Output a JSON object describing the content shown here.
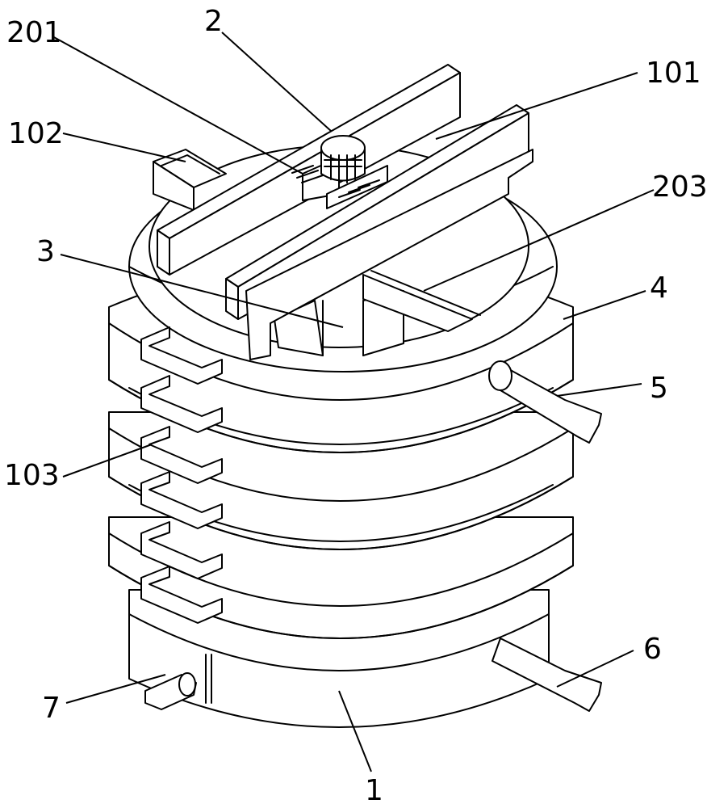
{
  "figure": {
    "labels": {
      "l201": "201",
      "l2": "2",
      "l101": "101",
      "l102": "102",
      "l203": "203",
      "l3": "3",
      "l4": "4",
      "l5": "5",
      "l103": "103",
      "l6": "6",
      "l7": "7",
      "l1": "1"
    }
  }
}
